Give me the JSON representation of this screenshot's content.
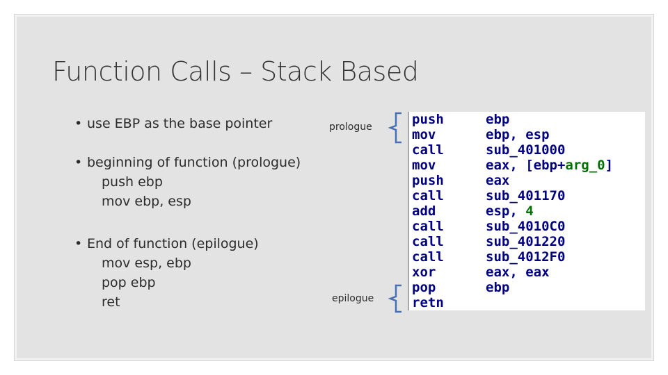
{
  "title": "Function Calls – Stack Based",
  "bullets": {
    "b1": "use EBP as the base pointer",
    "b2": "beginning of function (prologue)",
    "b2_lines": [
      "push ebp",
      "mov ebp, esp"
    ],
    "b3": "End of function (epilogue)",
    "b3_lines": [
      "mov esp, ebp",
      "pop ebp",
      "ret"
    ]
  },
  "labels": {
    "prologue": "prologue",
    "epilogue": "epilogue"
  },
  "code": [
    {
      "mnemonic": "push",
      "operand": "ebp"
    },
    {
      "mnemonic": "mov",
      "operand": "ebp, esp"
    },
    {
      "mnemonic": "call",
      "operand": "sub_401000"
    },
    {
      "mnemonic": "mov",
      "operand_pre": "eax, [ebp+",
      "operand_hl": "arg_0",
      "operand_post": "]"
    },
    {
      "mnemonic": "push",
      "operand": "eax"
    },
    {
      "mnemonic": "call",
      "operand": "sub_401170"
    },
    {
      "mnemonic": "add",
      "operand_pre": "esp, ",
      "operand_hl": "4",
      "operand_post": ""
    },
    {
      "mnemonic": "call",
      "operand": "sub_4010C0"
    },
    {
      "mnemonic": "call",
      "operand": "sub_401220"
    },
    {
      "mnemonic": "call",
      "operand": "sub_4012F0"
    },
    {
      "mnemonic": "xor",
      "operand": "eax, eax"
    },
    {
      "mnemonic": "pop",
      "operand": "ebp"
    },
    {
      "mnemonic": "retn",
      "operand": ""
    }
  ],
  "colors": {
    "code_text": "#000080",
    "highlight": "#007000",
    "brace": "#4a6fb0"
  }
}
